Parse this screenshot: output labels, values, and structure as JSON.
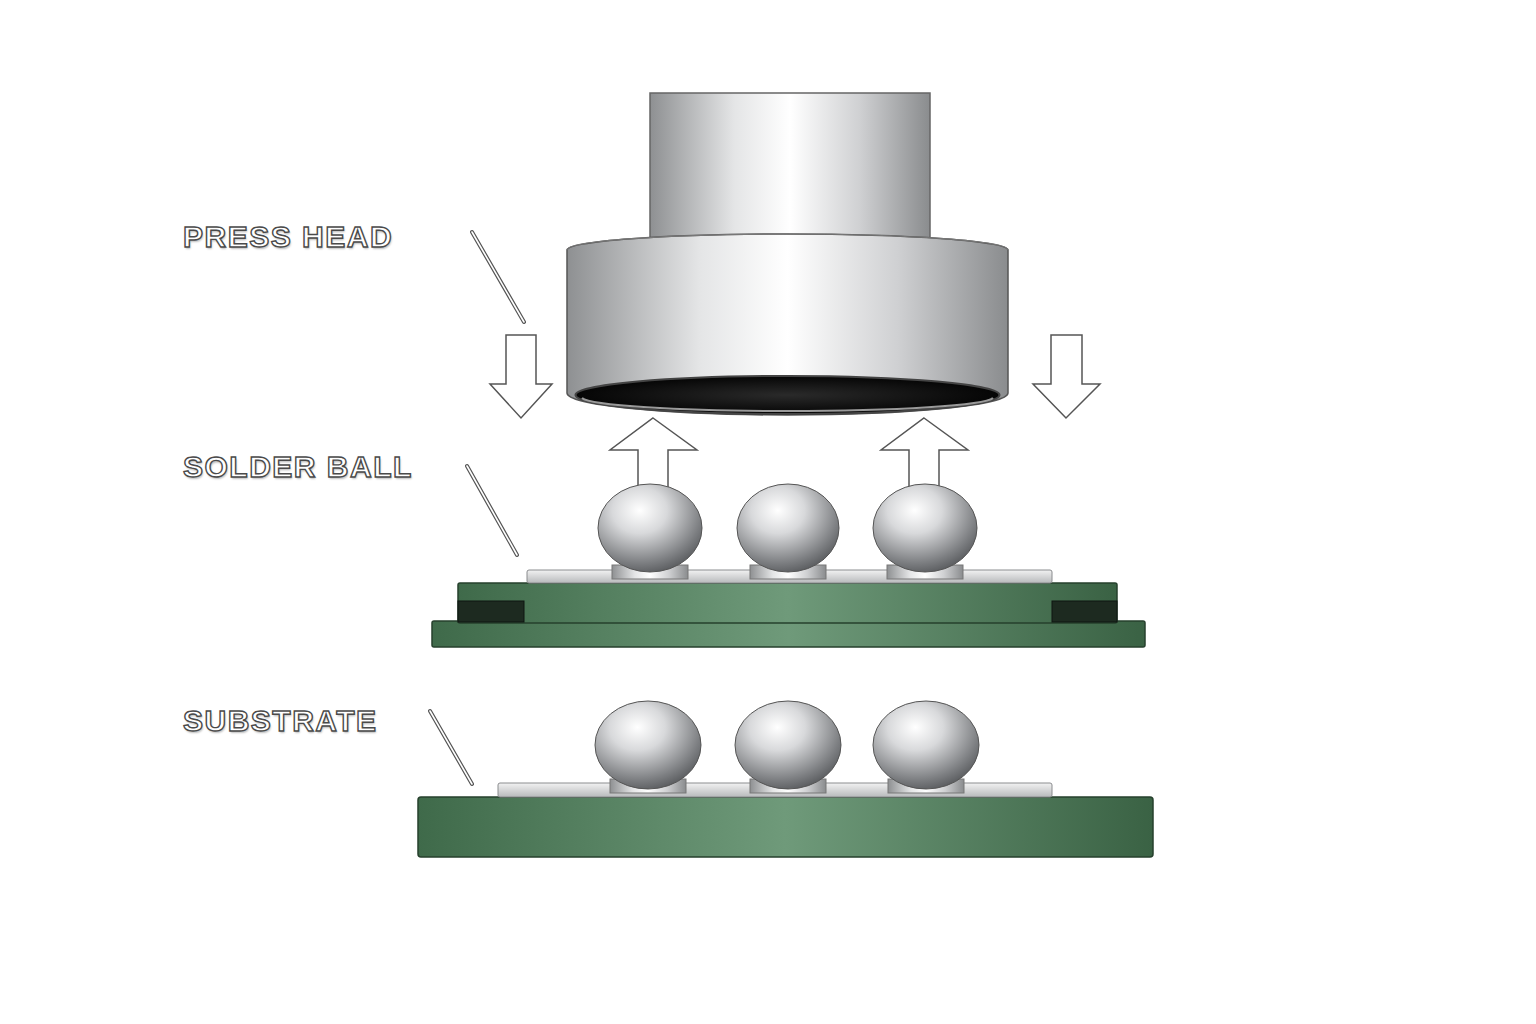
{
  "diagram": {
    "labels": [
      "PRESS HEAD",
      "SOLDER BALL",
      "SUBSTRATE"
    ]
  }
}
